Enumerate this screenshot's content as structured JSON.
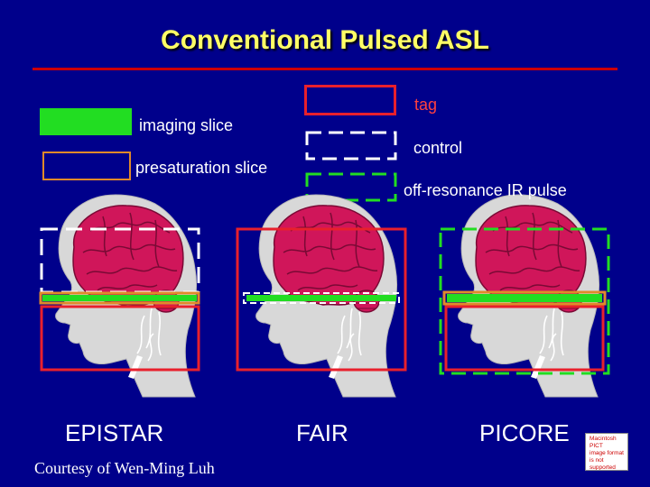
{
  "title": "Conventional Pulsed ASL",
  "legend": {
    "imaging_slice": "imaging slice",
    "presaturation_slice": "presaturation slice",
    "tag": "tag",
    "control": "control",
    "off_resonance": "off-resonance IR pulse"
  },
  "methods": [
    "EPISTAR",
    "FAIR",
    "PICORE"
  ],
  "credit": "Courtesy of Wen-Ming Luh",
  "placeholder_note": [
    "Macintosh PICT",
    "image format",
    "is not supported"
  ],
  "colors": {
    "background": "#00008b",
    "title": "#ffff66",
    "tag": "#e8202c",
    "imaging": "#22dd22",
    "presaturation": "#e08a2a",
    "head": "#d8d8d8",
    "brain": "#d0165a"
  }
}
